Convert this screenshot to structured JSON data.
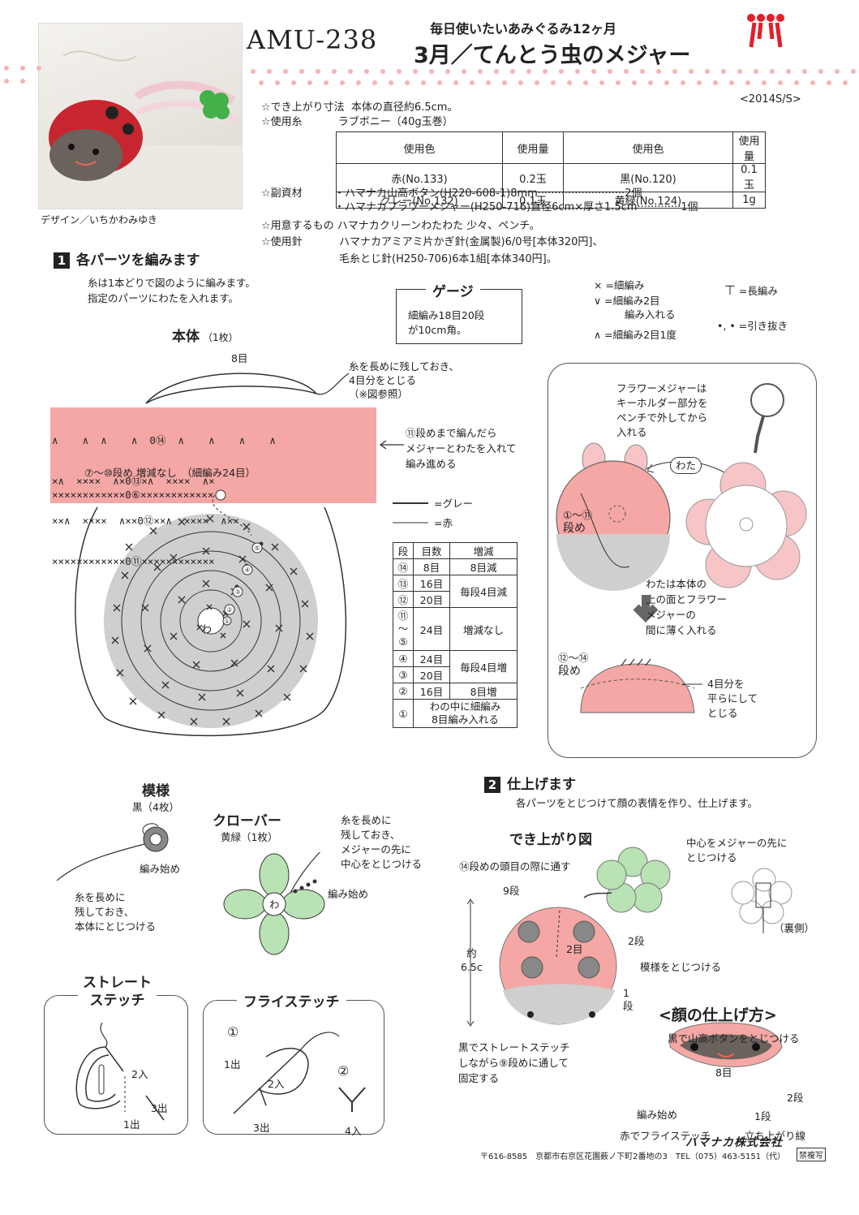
{
  "header": {
    "code": "AMU-238",
    "subtitle": "毎日使いたいあみぐるみ12ヶ月",
    "title": "3月／てんとう虫のメジャー",
    "season": "<2014S/S>",
    "photo_caption": "デザイン／いちかわみゆき"
  },
  "specs": {
    "size_label": "☆でき上がり寸法",
    "size_value": "本体の直径約6.5cm。",
    "yarn_label": "☆使用糸",
    "yarn_value": "ラブボニー（40g玉巻）",
    "yarn_table": {
      "headers": [
        "使用色",
        "使用量",
        "使用色",
        "使用量"
      ],
      "rows": [
        [
          "赤(No.133)",
          "0.2玉",
          "黒(No.120)",
          "0.1玉"
        ],
        [
          "グレー(No.132)",
          "0.1玉",
          "黄緑(No.124)",
          "1g"
        ]
      ]
    },
    "materials_label": "☆副資材",
    "materials": [
      "・ハマナカ山高ボタン(H220-608-1)8mm··························2個",
      "・ハマナカフラワーメジャー(H250-716)直径6cm×厚さ1.5cm·············1個"
    ],
    "tools_label": "☆用意するもの",
    "tools_value": "ハマナカクリーンわたわた 少々、ペンチ。",
    "needle_label": "☆使用針",
    "needles": [
      "ハマナカアミアミ片かぎ針(金属製)6/0号[本体320円]、",
      "毛糸とじ針(H250-706)6本1組[本体340円]。"
    ]
  },
  "section1": {
    "num": "1",
    "title": "各パーツを編みます",
    "notes": [
      "糸は1本どりで図のように編みます。",
      "指定のパーツにわたを入れます。"
    ],
    "gauge_title": "ゲージ",
    "gauge_lines": [
      "細編み18目20段",
      "が10cm角。"
    ],
    "legend": [
      "×  =細編み",
      "∨  =細編み2目",
      "編み入れる",
      "∧  =細編み2目1度",
      "=長編み",
      "•, • =引き抜き"
    ],
    "body_title": "本体",
    "body_count": "（1枚）",
    "body_notes": {
      "top": "8目",
      "tie": [
        "糸を長めに残しておき、",
        "4目分をとじる",
        "（※図参照）"
      ],
      "insert": [
        "⑪段めまで編んだら",
        "メジャーとわたを入れて",
        "編み進める"
      ],
      "range": "⑦～⑩段め 増減なし　（細編み24目）"
    },
    "chart_rows": {
      "r14": "∧    ∧  ∧    ∧  0⑭  ∧    ∧    ∧    ∧",
      "r13": "×∧  ××××  ∧×0⑬×∧  ××××  ∧×",
      "r12": "××∧  ××××  ∧××0⑫××∧  ××××  ∧××",
      "r11": "××××××××××××0⑪××××××××××××",
      "r6": "××××××××××××0⑥××××××××××××"
    },
    "line_legend": [
      "=グレー",
      "=赤"
    ],
    "row_table": {
      "headers": [
        "段",
        "目数",
        "増減"
      ],
      "rows": [
        [
          "⑭",
          "8目",
          "8目減"
        ],
        [
          "⑬",
          "16目",
          "毎段4目減"
        ],
        [
          "⑫",
          "20目",
          ""
        ],
        [
          "⑪\n～\n⑤",
          "24目",
          "増減なし"
        ],
        [
          "④",
          "24目",
          "毎段4目増"
        ],
        [
          "③",
          "20目",
          ""
        ],
        [
          "②",
          "16目",
          "8目増"
        ],
        [
          "①",
          "わの中に細編み",
          "8目編み入れる"
        ]
      ]
    },
    "round_center": "わ",
    "balloon": {
      "flower_note": [
        "フラワーメジャーは",
        "キーホルダー部分を",
        "ペンチで外してから",
        "入れる"
      ],
      "wata": "わた",
      "rows_label": [
        "①～⑪",
        "段め"
      ],
      "wata_note": [
        "わたは本体の",
        "上の面とフラワー",
        "メジャーの",
        "間に薄く入れる"
      ],
      "rows2_label": [
        "⑫～⑭",
        "段め"
      ],
      "close_note": [
        "4目分を",
        "平らにして",
        "とじる"
      ]
    },
    "pattern_title": "模様",
    "pattern_count": "黒（4枚）",
    "pattern_start": "編み始め",
    "pattern_note": [
      "糸を長めに",
      "残しておき、",
      "本体にとじつける"
    ],
    "clover_title": "クローバー",
    "clover_count": "黄緑（1枚）",
    "clover_note": [
      "糸を長めに",
      "残しておき、",
      "メジャーの先に",
      "中心をとじつける"
    ],
    "clover_start": "編み始め",
    "clover_center": "わ"
  },
  "stitches": {
    "straight_title": [
      "ストレート",
      "ステッチ"
    ],
    "straight_labels": {
      "in2": "2入",
      "out1": "1出",
      "out3": "3出"
    },
    "fly_title": "フライステッチ",
    "fly_labels": {
      "step1": "①",
      "step2": "②",
      "out1": "1出",
      "in2": "2入",
      "out3": "3出",
      "in4": "4入"
    }
  },
  "section2": {
    "num": "2",
    "title": "仕上げます",
    "note": "各パーツをとじつけて顔の表情を作り、仕上げます。",
    "finish_title": "でき上がり図",
    "labels": {
      "row14": "⑭段めの頭目の際に通す",
      "row9": "9段",
      "size": [
        "約",
        "6.5c"
      ],
      "row2a": "2段",
      "row2b": "2目",
      "attach": "模様をとじつける",
      "row1": [
        "1",
        "段"
      ],
      "stitch_note": [
        "黒でストレートステッチ",
        "しながら⑨段めに通して",
        "固定する"
      ],
      "clover_note": [
        "中心をメジャーの先に",
        "とじつける"
      ],
      "back": "（裏側）"
    },
    "face_title": "<顔の仕上げ方>",
    "face": {
      "button": "黒で山高ボタンをとじつける",
      "eight": "8目",
      "row2": "2段",
      "start": "編み始め",
      "row1": "1段",
      "fly": "赤でフライステッチ",
      "rise": "立ち上がり線"
    }
  },
  "footer": {
    "company": "ハマナカ株式会社",
    "address": "〒616-8585　京都市右京区花園薮ノ下町2番地の3　TEL（075）463-5151（代）",
    "badge": "禁複写"
  },
  "colors": {
    "red": "#f3a9a6",
    "pink": "#f4a7a4",
    "gray": "#cfcfcf",
    "green": "#b9e2b5",
    "dot": "#f2b6b2",
    "brand": "#e0202a"
  }
}
